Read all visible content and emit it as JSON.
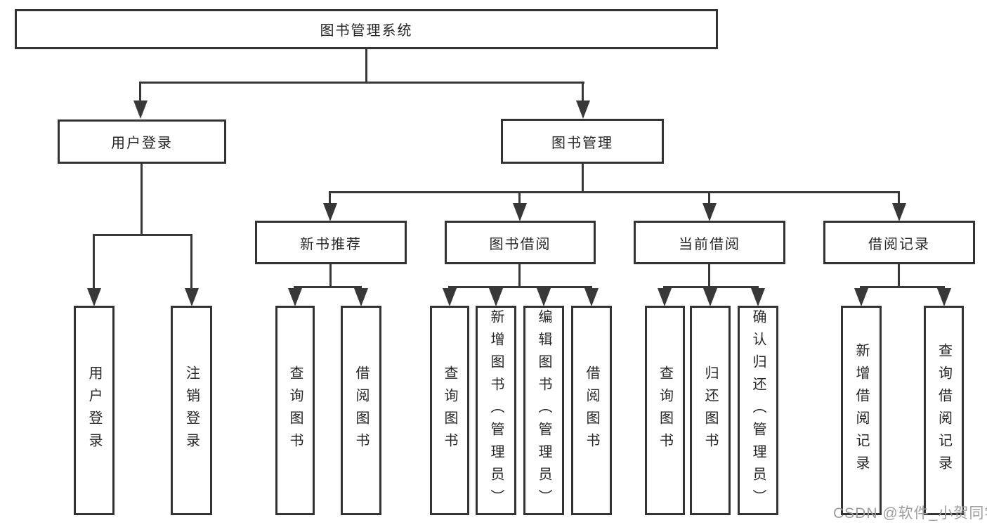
{
  "diagram": {
    "type": "hierarchy",
    "root": "图书管理系统",
    "children": [
      {
        "label": "用户登录",
        "children": [
          "用户登录",
          "注销登录"
        ]
      },
      {
        "label": "图书管理",
        "children": [
          {
            "label": "新书推荐",
            "children": [
              "查询图书",
              "借阅图书"
            ]
          },
          {
            "label": "图书借阅",
            "children": [
              "查询图书",
              "新增图书（管理员）",
              "编辑图书（管理员）",
              "借阅图书"
            ]
          },
          {
            "label": "当前借阅",
            "children": [
              "查询图书",
              "归还图书",
              "确认归还（管理员）"
            ]
          },
          {
            "label": "借阅记录",
            "children": [
              "新增借阅记录",
              "查询借阅记录"
            ]
          }
        ]
      }
    ]
  },
  "watermark": "CSDN @软件_小贺同学",
  "colors": {
    "line": "#383838",
    "box_border": "#333333",
    "text": "#262626",
    "background": "#ffffff",
    "watermark": "#9e9e9e"
  }
}
